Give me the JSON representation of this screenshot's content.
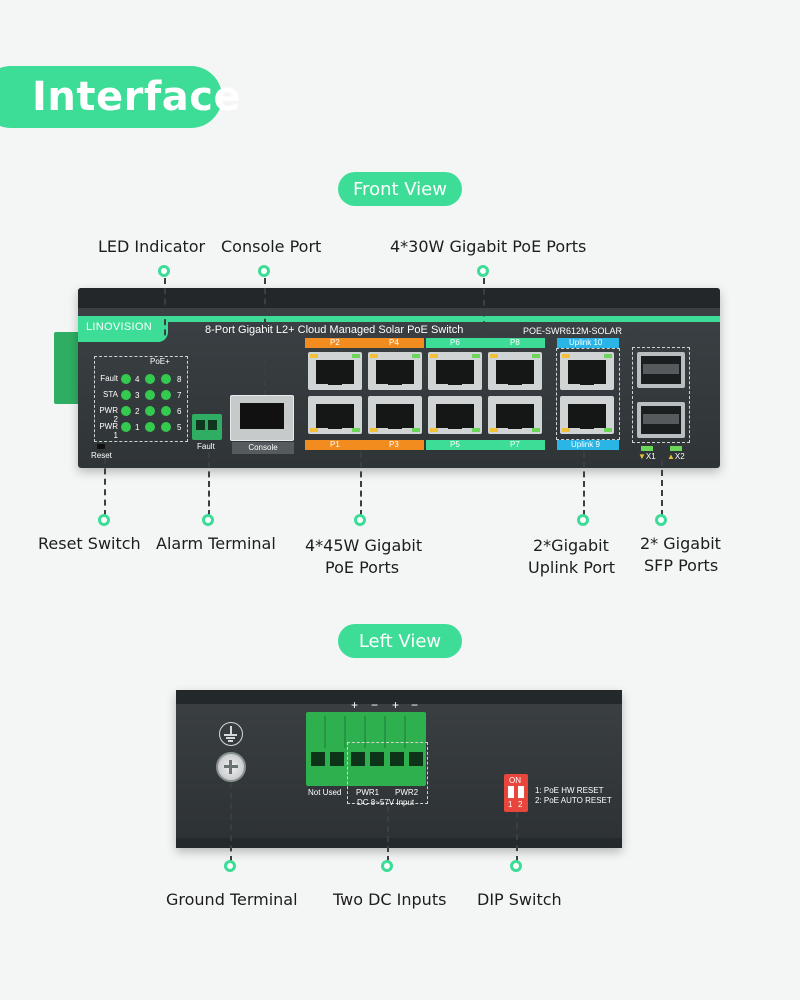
{
  "hero_title": "Interface",
  "front_view": {
    "pill": "Front View",
    "brand": "LINOVISION",
    "model_title": "8-Port Gigabit L2+ Cloud Managed Solar PoE Switch",
    "model_code": "POE-SWR612M-SOLAR",
    "led_panel": {
      "poe_label": "PoE+",
      "rows": [
        {
          "label": "Fault",
          "left_num": "4",
          "right_num": "8"
        },
        {
          "label": "STA",
          "left_num": "3",
          "right_num": "7"
        },
        {
          "label": "PWR 2",
          "left_num": "2",
          "right_num": "6"
        },
        {
          "label": "PWR 1",
          "left_num": "1",
          "right_num": "5"
        }
      ]
    },
    "fault_label": "Fault",
    "reset_label": "Reset",
    "console_label": "Console",
    "port_labels": {
      "p1": "P1",
      "p2": "P2",
      "p3": "P3",
      "p4": "P4",
      "p5": "P5",
      "p6": "P6",
      "p7": "P7",
      "p8": "P8",
      "uplink9": "Uplink 9",
      "uplink10": "Uplink 10",
      "x1": "X1",
      "x2": "X2"
    },
    "colors": {
      "orange_group": "#f28c1e",
      "green_group": "#3ddc97",
      "blue_group": "#29b6e6"
    },
    "callouts": {
      "led_indicator": "LED Indicator",
      "console_port": "Console Port",
      "poe_30w": "4*30W Gigabit PoE Ports",
      "reset_switch": "Reset Switch",
      "alarm_terminal": "Alarm Terminal",
      "poe_45w_line1": "4*45W Gigabit",
      "poe_45w_line2": "PoE Ports",
      "uplink_line1": "2*Gigabit",
      "uplink_line2": "Uplink Port",
      "sfp_line1": "2* Gigabit",
      "sfp_line2": "SFP Ports"
    }
  },
  "left_view": {
    "pill": "Left View",
    "terminal_signs": [
      "+",
      "−",
      "+",
      "−"
    ],
    "not_used": "Not Used",
    "pwr1": "PWR1",
    "pwr2": "PWR2",
    "dc_input": "DC 8~57V Input",
    "dip_on": "ON",
    "dip_nums": [
      "1",
      "2"
    ],
    "dip_legend": [
      "1: PoE HW RESET",
      "2: PoE AUTO RESET"
    ],
    "callouts": {
      "ground_terminal": "Ground Terminal",
      "two_dc_inputs": "Two DC Inputs",
      "dip_switch": "DIP Switch"
    }
  },
  "accent_color": "#3ddc97"
}
